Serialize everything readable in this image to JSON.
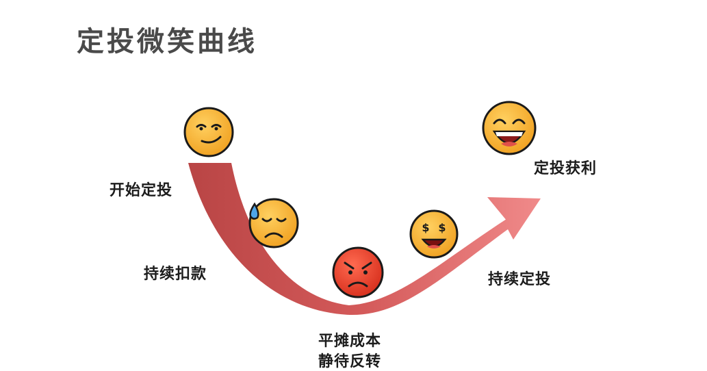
{
  "title": "定投微笑曲线",
  "labels": {
    "start": "开始定投",
    "continue_deduct": "持续扣款",
    "average_line1": "平摊成本",
    "average_line2": "静待反转",
    "continue_invest": "持续定投",
    "profit": "定投获利"
  },
  "colors": {
    "arrow_light": "#f08080",
    "arrow_dark": "#b94545",
    "face_yellow": "#f5a623",
    "face_red": "#e53d2a",
    "title": "#4a4a4a"
  },
  "emojis": [
    "smirk-face-icon",
    "sweat-sad-face-icon",
    "angry-face-icon",
    "dollar-eyes-face-icon",
    "laughing-face-icon"
  ]
}
